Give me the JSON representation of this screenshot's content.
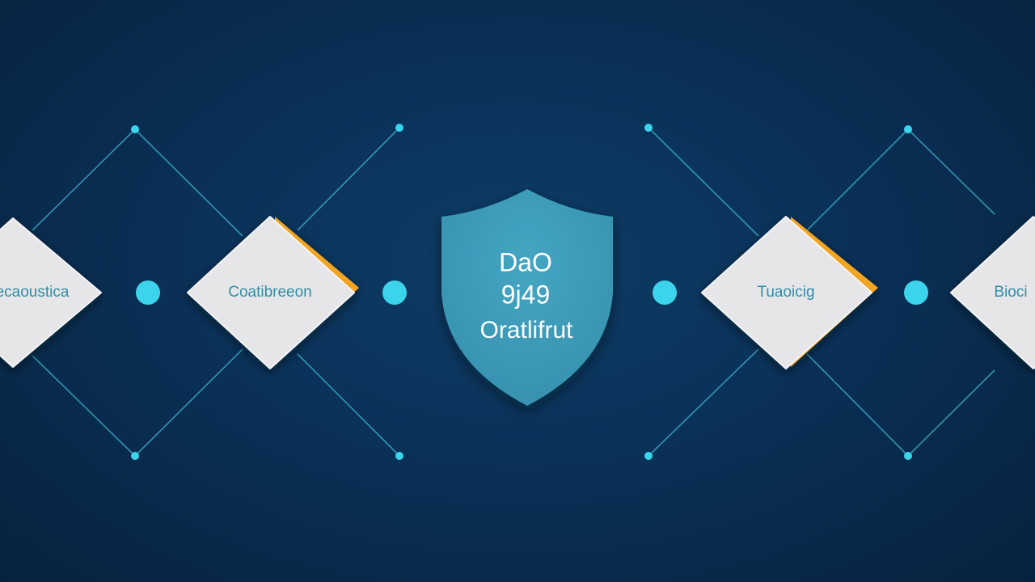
{
  "colors": {
    "background": "#0a3259",
    "connector_line": "#3aa6c2",
    "connector_dot": "#3cd3ec",
    "node_fill": "#e6e6e8",
    "node_accent": "#f2a521",
    "node_label": "#2f8fa6",
    "shield_fill": "#3a98b6",
    "shield_text": "#ffffff"
  },
  "nodes": [
    {
      "id": "node-1",
      "label": "ecaoustica",
      "accent": false
    },
    {
      "id": "node-2",
      "label": "Coatibreeon",
      "accent": true
    },
    {
      "id": "node-3",
      "label": "Tuaoicig",
      "accent": true
    },
    {
      "id": "node-4",
      "label": "Bioci",
      "accent": false
    }
  ],
  "shield": {
    "icon": "shield-icon",
    "lines": [
      "DaO",
      "9j49",
      "Oratlifrut"
    ]
  }
}
